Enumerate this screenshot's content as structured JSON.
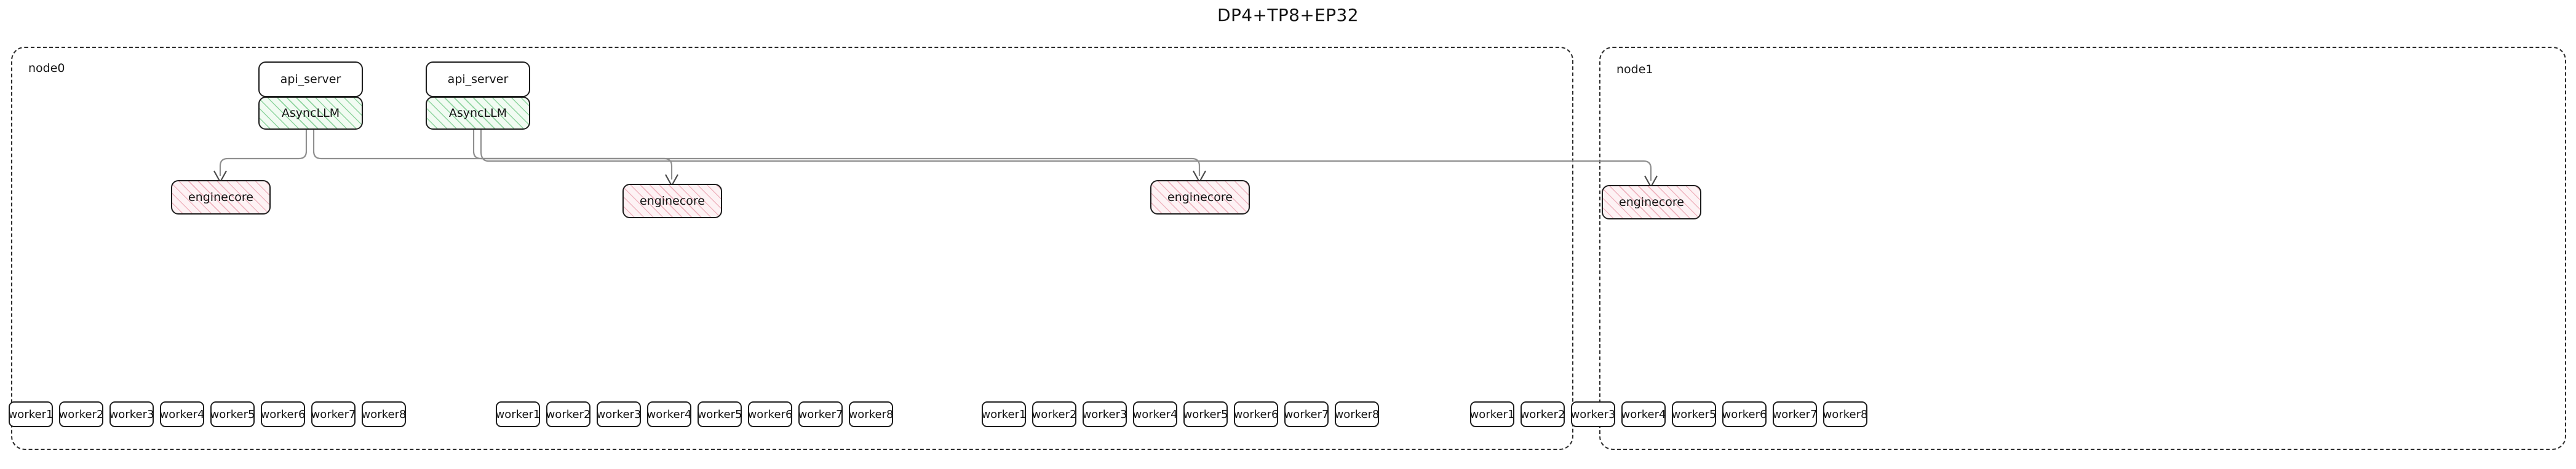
{
  "title": "DP4+TP8+EP32",
  "theme": {
    "background": "#ffffff",
    "text": "#141414",
    "cluster_border": "#2b2b2b",
    "box_border": "#1d1d1d",
    "asyncllm_fill": "#f1fbf2",
    "asyncllm_hatch": "#3cb45a",
    "enginecore_fill": "#fdf2f4",
    "enginecore_hatch": "#e1788c",
    "edge_color": "#8f8f8f"
  },
  "clusters": [
    {
      "id": "node0",
      "label": "node0"
    },
    {
      "id": "node1",
      "label": "node1"
    }
  ],
  "labels": {
    "api_server": "api_server",
    "async_llm": "AsyncLLM",
    "enginecore": "enginecore"
  },
  "stacks": [
    {
      "api_server": "api_server",
      "async_llm": "AsyncLLM",
      "cluster": "node0"
    },
    {
      "api_server": "api_server",
      "async_llm": "AsyncLLM",
      "cluster": "node0"
    }
  ],
  "enginecores": [
    {
      "label": "enginecore",
      "cluster": "node0"
    },
    {
      "label": "enginecore",
      "cluster": "node0"
    },
    {
      "label": "enginecore",
      "cluster": "node1"
    },
    {
      "label": "enginecore",
      "cluster": "node1"
    }
  ],
  "worker_groups": [
    {
      "cluster": "node0",
      "workers": [
        "worker1",
        "worker2",
        "worker3",
        "worker4",
        "worker5",
        "worker6",
        "worker7",
        "worker8"
      ]
    },
    {
      "cluster": "node0",
      "workers": [
        "worker1",
        "worker2",
        "worker3",
        "worker4",
        "worker5",
        "worker6",
        "worker7",
        "worker8"
      ]
    },
    {
      "cluster": "node1",
      "workers": [
        "worker1",
        "worker2",
        "worker3",
        "worker4",
        "worker5",
        "worker6",
        "worker7",
        "worker8"
      ]
    },
    {
      "cluster": "node1",
      "workers": [
        "worker1",
        "worker2",
        "worker3",
        "worker4",
        "worker5",
        "worker6",
        "worker7",
        "worker8"
      ]
    }
  ]
}
